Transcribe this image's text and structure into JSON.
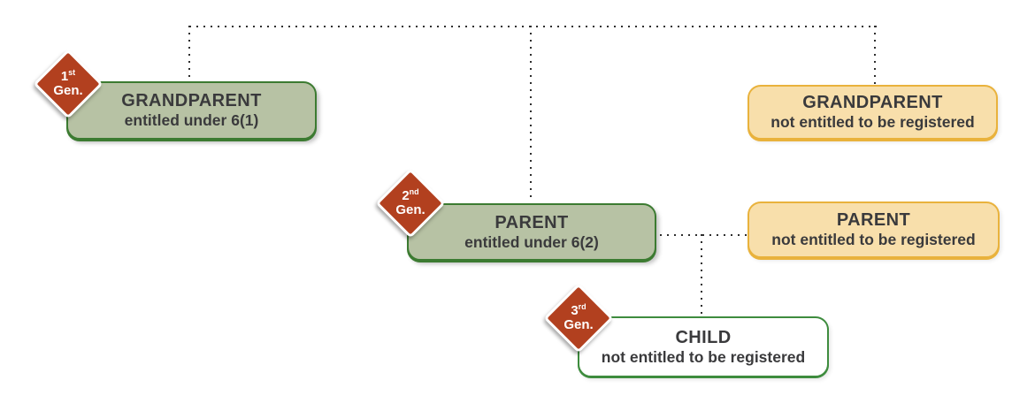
{
  "diagram": {
    "description": "Family registration entitlement flow across three generations",
    "nodes": {
      "grandparent_entitled": {
        "title": "GRANDPARENT",
        "subtitle": "entitled under 6(1)"
      },
      "grandparent_not_entitled": {
        "title": "GRANDPARENT",
        "subtitle": "not entitled to be registered"
      },
      "parent_entitled": {
        "title": "PARENT",
        "subtitle": "entitled under 6(2)"
      },
      "parent_not_entitled": {
        "title": "PARENT",
        "subtitle": "not entitled to be registered"
      },
      "child_not_entitled": {
        "title": "CHILD",
        "subtitle": "not entitled to be registered"
      }
    },
    "badges": {
      "gen1": {
        "number": "1",
        "ordinal": "st",
        "label": "Gen."
      },
      "gen2": {
        "number": "2",
        "ordinal": "nd",
        "label": "Gen."
      },
      "gen3": {
        "number": "3",
        "ordinal": "rd",
        "label": "Gen."
      }
    },
    "colors": {
      "entitled_fill": "#b7c2a4",
      "entitled_border": "#3c7b31",
      "not_entitled_fill": "#f8dfab",
      "not_entitled_border": "#e9b23c",
      "child_border": "#3e8c3e",
      "badge_fill": "#b2401f",
      "badge_text": "#ffffff",
      "node_text": "#3a3a3c",
      "connector": "#2e2e2e",
      "background": "#ffffff"
    }
  }
}
